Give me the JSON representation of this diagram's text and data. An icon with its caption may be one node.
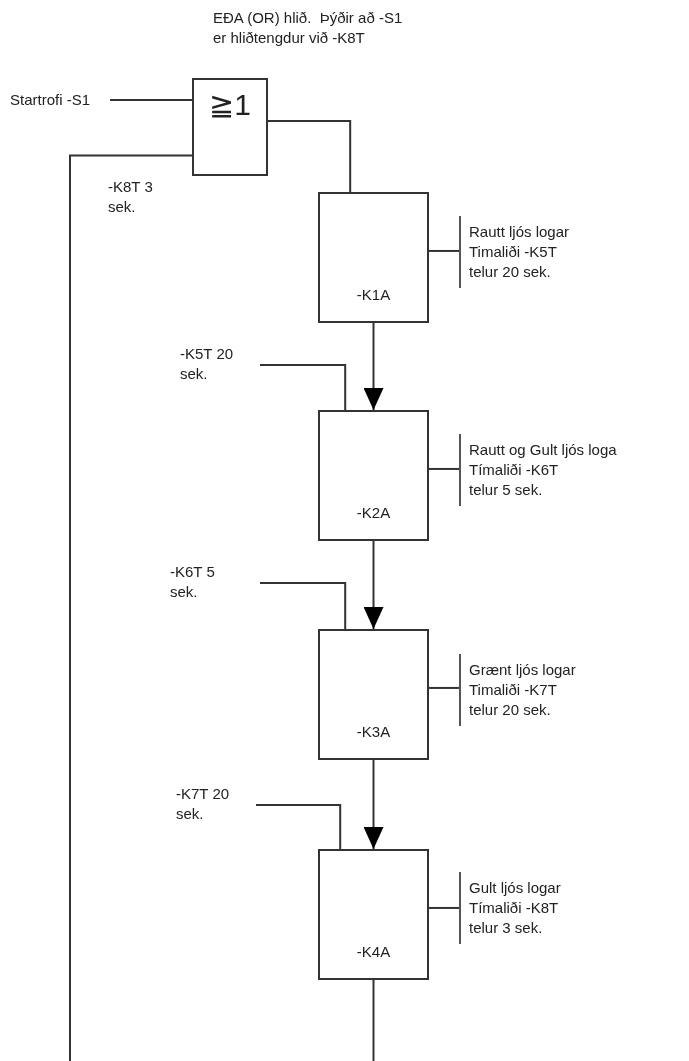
{
  "diagram": {
    "nodes": [
      {
        "text": [
          "≧1"
        ],
        "beside": [
          "EÐA (OR) hlið.  Þýðir að -S1 er hliðtengdur við -K8T"
        ]
      },
      {
        "text": [
          "Startrofi -S1"
        ]
      },
      {
        "text": [
          "-K1A"
        ]
      },
      {
        "text": [
          "Rautt ljós logar",
          "Timaliði -K5T telur 20 sek."
        ]
      },
      {
        "text": [
          "-K5T 20 sek."
        ]
      },
      {
        "text": [
          "-K2A"
        ]
      },
      {
        "text": [
          "Rautt og Gult ljós loga",
          "Tímaliði -K6T telur 5 sek."
        ]
      },
      {
        "text": [
          "-K6T 5 sek."
        ]
      },
      {
        "text": [
          "-K3A"
        ]
      },
      {
        "text": [
          "Grænt ljós logar",
          "Timaliði -K7T telur 20 sek."
        ]
      },
      {
        "text": [
          "-K7T 20 sek."
        ]
      },
      {
        "text": [
          "-K4A"
        ]
      },
      {
        "text": [
          "Gult ljós logar",
          "Tímaliði -K8T telur 3 sek."
        ]
      }
    ],
    "edges": [
      {
        "from": 1,
        "to": 0,
        "arrow": "none"
      },
      {
        "from": null,
        "to": 0,
        "arrow": "none"
      },
      {
        "from": 0,
        "to": 2,
        "arrow": "none"
      },
      {
        "from": 2,
        "to": 3,
        "arrow": "none"
      },
      {
        "from": 2,
        "to": 5,
        "arrow": "to"
      },
      {
        "from": 4,
        "to": 5,
        "arrow": "none"
      },
      {
        "from": 5,
        "to": 6,
        "arrow": "none"
      },
      {
        "from": 5,
        "to": 8,
        "arrow": "to"
      },
      {
        "from": 7,
        "to": 8,
        "arrow": "none"
      },
      {
        "from": 8,
        "to": 9,
        "arrow": "none"
      },
      {
        "from": 8,
        "to": 11,
        "arrow": "to"
      },
      {
        "from": 10,
        "to": 11,
        "arrow": "none"
      },
      {
        "from": 11,
        "to": 12,
        "arrow": "none"
      },
      {
        "from": 11,
        "to": null,
        "arrow": "none"
      }
    ],
    "labels": [
      "-K8T 3 sek."
    ]
  }
}
